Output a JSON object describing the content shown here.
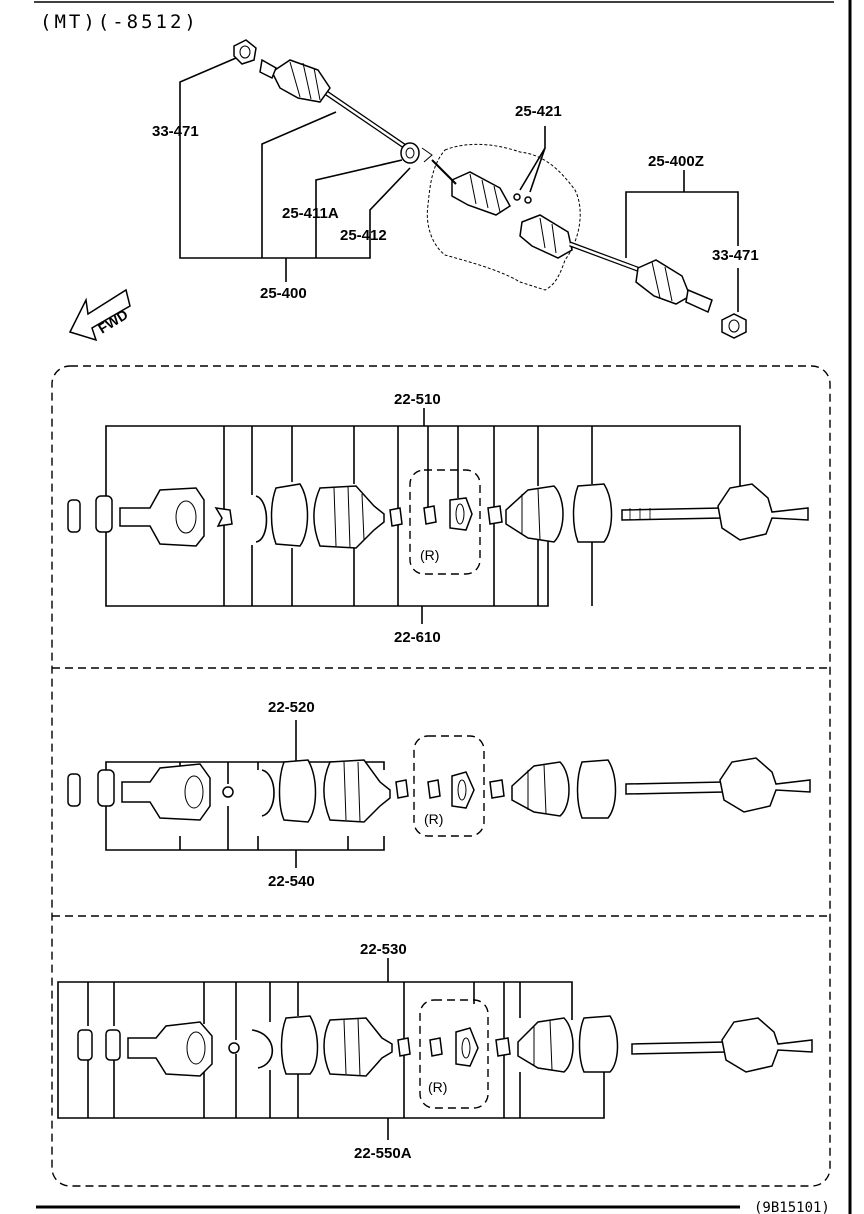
{
  "header": {
    "title": "(MT)(-8512)"
  },
  "top_assembly": {
    "labels": {
      "p33471_left": "33-471",
      "p25421": "25-421",
      "p25400z": "25-400Z",
      "p25411a": "25-411A",
      "p25412": "25-412",
      "p33471_right": "33-471",
      "p25400": "25-400"
    },
    "fwd": "FWD"
  },
  "panel1": {
    "top_label": "22-510",
    "bottom_label": "22-610",
    "r_mark": "(R)"
  },
  "panel2": {
    "top_label": "22-520",
    "bottom_label": "22-540",
    "r_mark": "(R)"
  },
  "panel3": {
    "top_label": "22-530",
    "bottom_label": "22-550A",
    "r_mark": "(R)"
  },
  "footer": {
    "code": "(9B15101)"
  }
}
